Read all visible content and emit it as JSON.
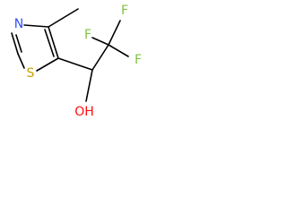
{
  "molecule": {
    "atoms": {
      "nitrogen": "N",
      "sulfur": "S",
      "fluorine_1": "F",
      "fluorine_2": "F",
      "fluorine_3": "F",
      "hydroxyl": "OH"
    },
    "colors": {
      "nitrogen": "#3050f8",
      "sulfur": "#c8a000",
      "fluorine": "#7fc241",
      "oxygen": "#ff0d0d",
      "bond": "#000000"
    }
  }
}
